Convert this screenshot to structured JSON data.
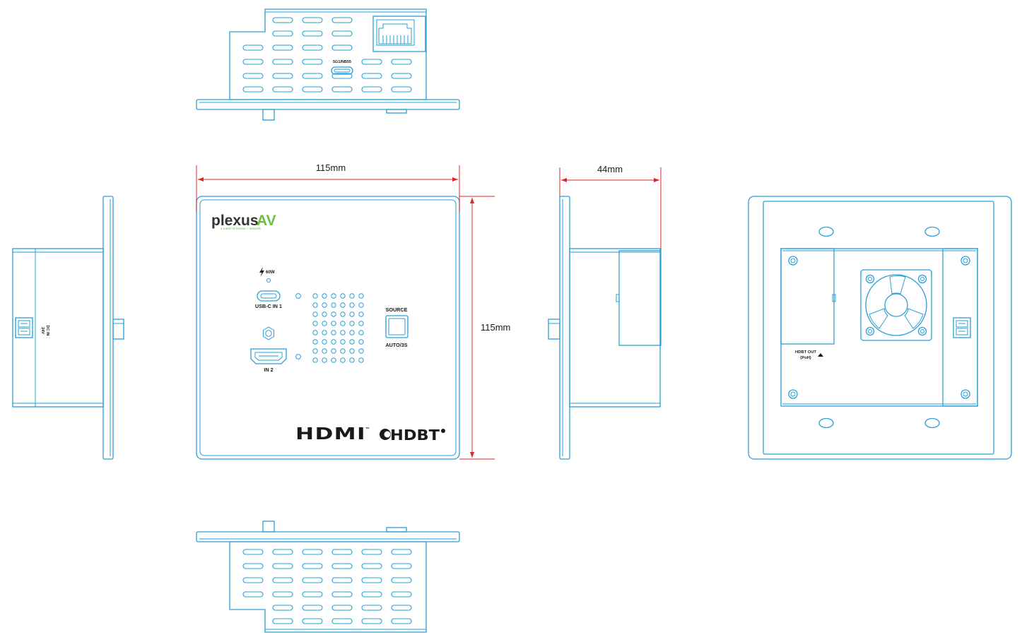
{
  "dimensions": {
    "width": "115mm",
    "height": "115mm",
    "depth": "44mm"
  },
  "front_panel": {
    "brand_main": "plexus",
    "brand_accent": "AV",
    "tagline": "a mesh of human + network",
    "power_label": "60W",
    "usbc_label": "USB-C IN 1",
    "hdmi_label": "IN 2",
    "source_label": "SOURCE",
    "auto_label": "AUTO/3S",
    "hdmi_logo": "HDMI",
    "hdbt_logo": "HDBT"
  },
  "top_view": {
    "port_label": "5G1/NB55"
  },
  "side_view": {
    "dc_label": "DC IN",
    "volt_label": "24V"
  },
  "rear_view": {
    "hdbt_out_label": "HDBT OUT",
    "poh_label": "(PoH)"
  },
  "colors": {
    "outline": "#2a9fd6",
    "dimension": "#e2232a",
    "brand_dark": "#333333",
    "brand_accent": "#6cbe45"
  }
}
